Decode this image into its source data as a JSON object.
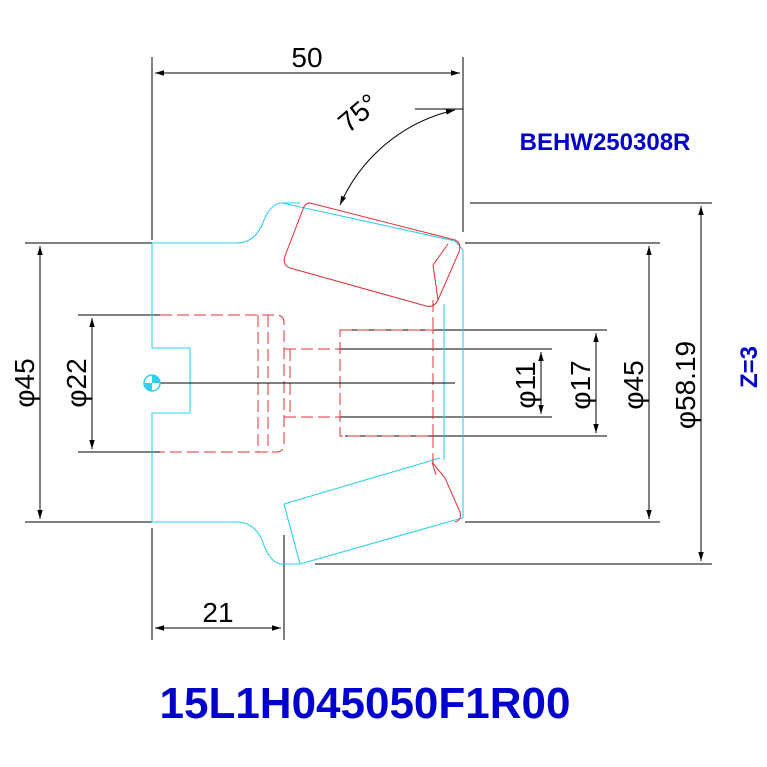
{
  "part_number": "15L1H045050F1R00",
  "drawing_code": "BEHW250308R",
  "teeth_label": "Z=3",
  "dimensions": {
    "length_total": "50",
    "hub_length": "21",
    "angle": "75°",
    "dia_45_left": "φ45",
    "dia_22": "φ22",
    "dia_11": "φ11",
    "dia_17": "φ17",
    "dia_45_right": "φ45",
    "dia_58": "φ58.19"
  },
  "colors": {
    "outline": "#2ecff0",
    "hidden": "#e0303a",
    "dimension": "#000000",
    "text": "#0000cc"
  }
}
